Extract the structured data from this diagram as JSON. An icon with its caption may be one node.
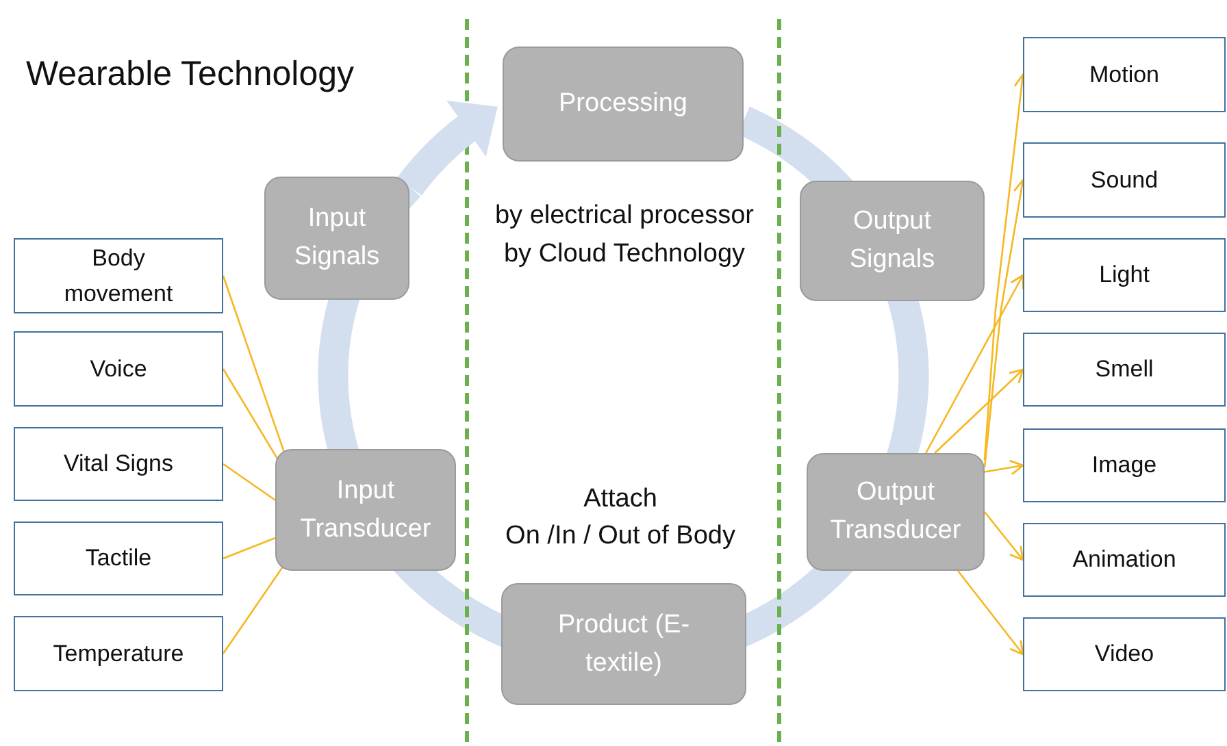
{
  "diagram": {
    "title": "Wearable Technology",
    "nodes": [
      {
        "text": [
          "Processing"
        ]
      },
      {
        "text": [
          "Input Signals"
        ]
      },
      {
        "text": [
          "Output Signals"
        ]
      },
      {
        "text": [
          "Input Transducer"
        ]
      },
      {
        "text": [
          "Output Transducer"
        ]
      },
      {
        "text": [
          "Product (E-textile)"
        ]
      },
      {
        "text": [
          "Body movement"
        ]
      },
      {
        "text": [
          "Voice"
        ]
      },
      {
        "text": [
          "Vital Signs"
        ]
      },
      {
        "text": [
          "Tactile"
        ]
      },
      {
        "text": [
          "Temperature"
        ]
      },
      {
        "text": [
          "Motion"
        ]
      },
      {
        "text": [
          "Sound"
        ]
      },
      {
        "text": [
          "Light"
        ]
      },
      {
        "text": [
          "Smell"
        ]
      },
      {
        "text": [
          "Image"
        ]
      },
      {
        "text": [
          "Animation"
        ]
      },
      {
        "text": [
          "Video"
        ]
      }
    ],
    "edges": [
      {
        "from": 1,
        "to": 0,
        "arrow": "to",
        "style": "thick",
        "color": "#d3deee"
      },
      {
        "from": 6,
        "to": 3,
        "arrow": "none"
      },
      {
        "from": 7,
        "to": 3,
        "arrow": "none"
      },
      {
        "from": 8,
        "to": 3,
        "arrow": "none"
      },
      {
        "from": 9,
        "to": 3,
        "arrow": "none"
      },
      {
        "from": 10,
        "to": 3,
        "arrow": "none"
      },
      {
        "from": 4,
        "to": 11,
        "arrow": "to"
      },
      {
        "from": 4,
        "to": 12,
        "arrow": "to"
      },
      {
        "from": 4,
        "to": 13,
        "arrow": "to"
      },
      {
        "from": 4,
        "to": 14,
        "arrow": "to"
      },
      {
        "from": 4,
        "to": 15,
        "arrow": "to"
      },
      {
        "from": 4,
        "to": 16,
        "arrow": "to"
      },
      {
        "from": 4,
        "to": 17,
        "arrow": "to"
      }
    ],
    "labels": [
      "by electrical processor",
      "by Cloud Technology",
      "Attach",
      "On /In / Out of Body"
    ]
  }
}
